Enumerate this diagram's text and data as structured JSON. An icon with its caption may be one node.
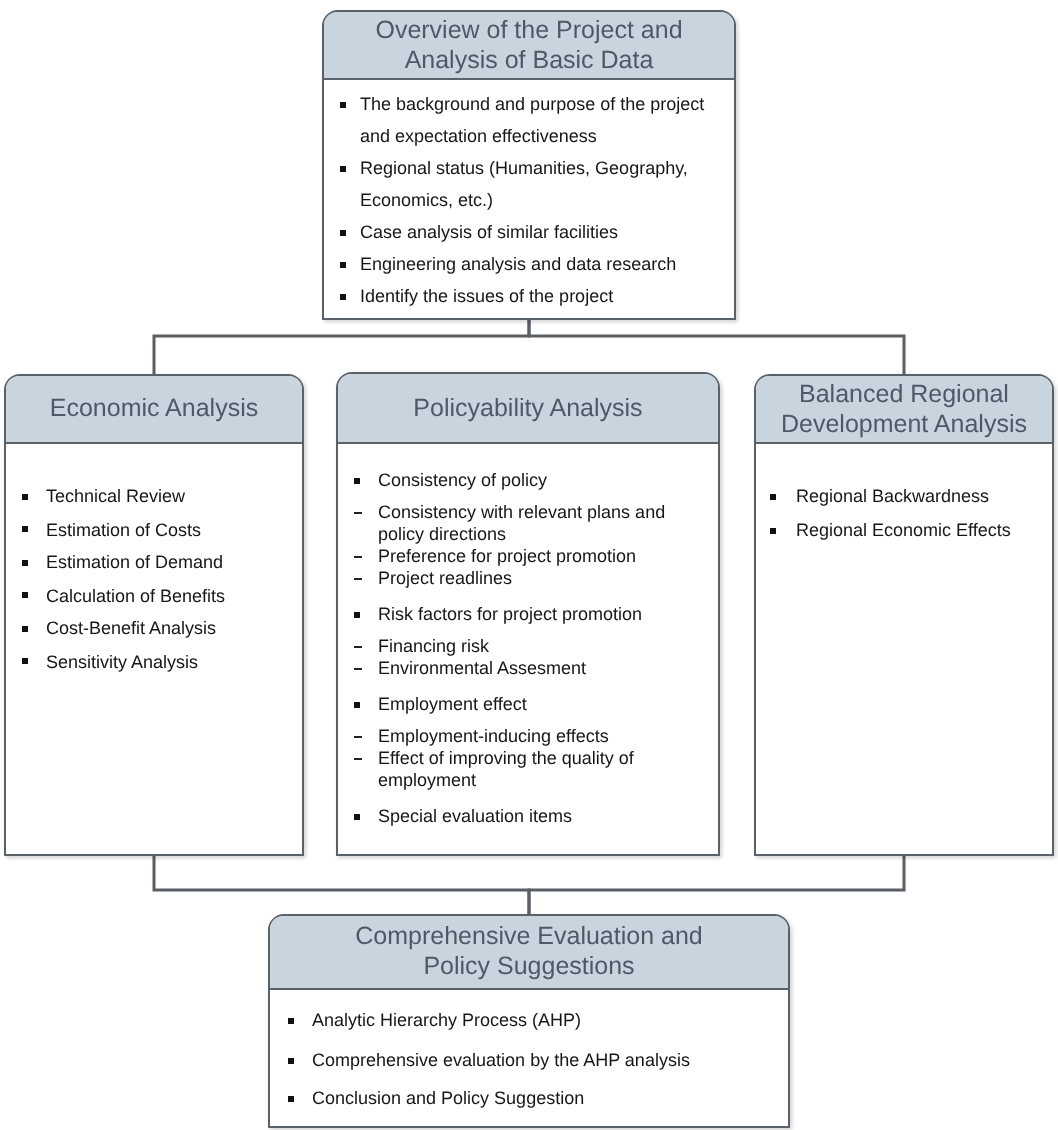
{
  "diagram": {
    "nodes": [
      {
        "text": [
          "Overview of the Project and Analysis of Basic Data",
          "The background and purpose of the project and expectation effectiveness",
          "Regional status (Humanities, Geography, Economics, etc.)",
          "Case analysis of similar facilities",
          "Engineering analysis and data research",
          "Identify the issues of the project"
        ]
      },
      {
        "text": [
          "Economic Analysis",
          "Technical Review",
          "Estimation of Costs",
          "Estimation of Demand",
          "Calculation of Benefits",
          "Cost-Benefit Analysis",
          "Sensitivity Analysis"
        ]
      },
      {
        "text": [
          "Policyability Analysis",
          "Consistency of policy",
          "Consistency with relevant plans and policy directions",
          "Preference for project promotion",
          "Project readlines",
          "Risk factors for project promotion",
          "Financing risk",
          "Environmental Assesment",
          "Employment effect",
          "Employment-inducing effects",
          "Effect of improving the quality of employment",
          "Special evaluation items"
        ]
      },
      {
        "text": [
          "Balanced Regional Development Analysis",
          "Regional Backwardness",
          "Regional Economic Effects"
        ]
      },
      {
        "text": [
          "Comprehensive Evaluation and Policy Suggestions",
          "Analytic Hierarchy Process (AHP)",
          "Comprehensive evaluation by the AHP analysis",
          "Conclusion and Policy Suggestion"
        ]
      }
    ],
    "edges": [
      {
        "from": 0,
        "to": 1,
        "arrow": "none"
      },
      {
        "from": 0,
        "to": 3,
        "arrow": "none"
      },
      {
        "from": 1,
        "to": 4,
        "arrow": "none"
      },
      {
        "from": 3,
        "to": 4,
        "arrow": "none"
      }
    ]
  }
}
